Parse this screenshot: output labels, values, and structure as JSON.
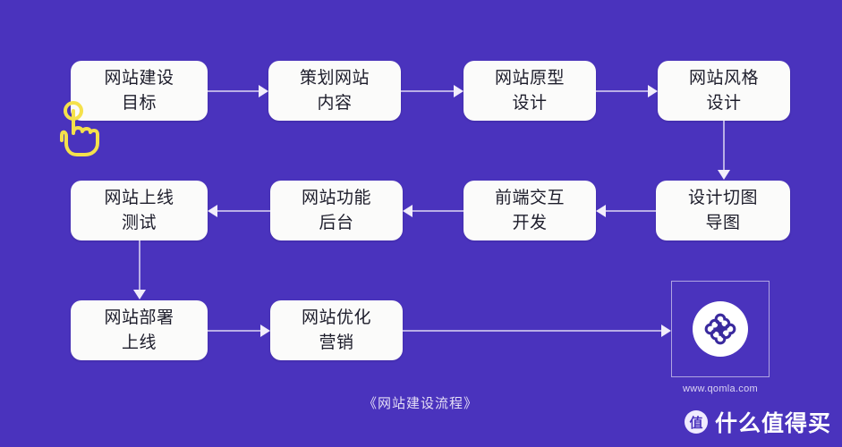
{
  "theme": {
    "background": "#4a33bd",
    "node_fill": "#fbfbfa",
    "node_text": "#1d1d2b",
    "connector": "#b9aee6",
    "arrowhead": "#f2eefb",
    "cursor": "#f5e14b",
    "logo_mark": "#3a2a9e"
  },
  "diagram": {
    "caption": "《网站建设流程》",
    "nodes": [
      {
        "id": "n1",
        "line1": "网站建设",
        "line2": "目标"
      },
      {
        "id": "n2",
        "line1": "策划网站",
        "line2": "内容"
      },
      {
        "id": "n3",
        "line1": "网站原型",
        "line2": "设计"
      },
      {
        "id": "n4",
        "line1": "网站风格",
        "line2": "设计"
      },
      {
        "id": "n5",
        "line1": "设计切图",
        "line2": "导图"
      },
      {
        "id": "n6",
        "line1": "前端交互",
        "line2": "开发"
      },
      {
        "id": "n7",
        "line1": "网站功能",
        "line2": "后台"
      },
      {
        "id": "n8",
        "line1": "网站上线",
        "line2": "测试"
      },
      {
        "id": "n9",
        "line1": "网站部署",
        "line2": "上线"
      },
      {
        "id": "n10",
        "line1": "网站优化",
        "line2": "营销"
      }
    ]
  },
  "logo": {
    "url": "www.qomla.com",
    "mark_name": "qomla-pinwheel-logo"
  },
  "watermark": {
    "badge": "值",
    "text": "什么值得买"
  },
  "cursor": {
    "name": "tap-hand-cursor"
  }
}
